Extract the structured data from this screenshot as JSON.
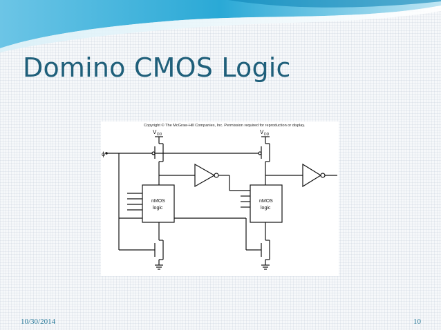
{
  "slide": {
    "title": "Domino CMOS Logic",
    "date": "10/30/2014",
    "page_number": "10"
  },
  "figure": {
    "copyright": "Copyright © The McGraw-Hill Companies, Inc. Permission required for reproduction or display.",
    "vdd_label": "V",
    "vdd_subscript": "DD",
    "clock_label": "ϕ",
    "block_label_line1": "nMOS",
    "block_label_line2": "logic"
  },
  "colors": {
    "title": "#1f5f7a",
    "wave_dark": "#1a9bc9",
    "wave_light": "#9fd6ec",
    "footer": "#2a7a9a"
  }
}
